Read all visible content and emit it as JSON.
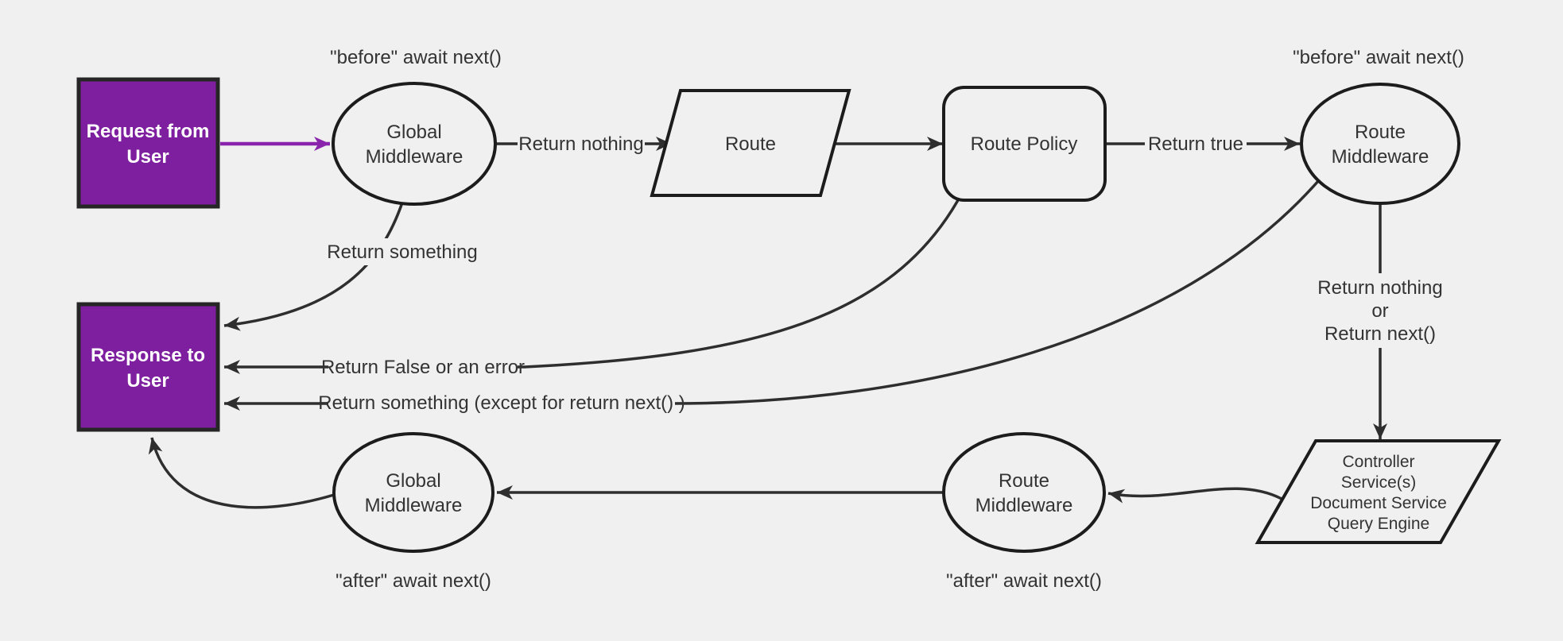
{
  "diagram_title": "Request / response lifecycle through middlewares flowchart",
  "colors": {
    "background": "#f0f0f0",
    "purple_node_fill": "#7e1f9f",
    "purple_arrow": "#8a24ad",
    "node_stroke": "#1c1c1c",
    "edge_color": "#2e2e2e",
    "text_dark": "#333333",
    "text_light": "#ffffff"
  },
  "nodes": {
    "request": {
      "line1": "Request from",
      "line2": "User"
    },
    "global_middleware_top": {
      "line1": "Global",
      "line2": "Middleware"
    },
    "route": {
      "label": "Route"
    },
    "route_policy": {
      "label": "Route Policy"
    },
    "route_middleware_top": {
      "line1": "Route",
      "line2": "Middleware"
    },
    "controller": {
      "line1": "Controller",
      "line2": "Service(s)",
      "line3": "Document Service",
      "line4": "Query Engine"
    },
    "route_middleware_bottom": {
      "line1": "Route",
      "line2": "Middleware"
    },
    "global_middleware_bottom": {
      "line1": "Global",
      "line2": "Middleware"
    },
    "response": {
      "line1": "Response to",
      "line2": "User"
    }
  },
  "edge_labels": {
    "before_top_left": "\"before\" await next()",
    "before_top_right": "\"before\" await next()",
    "after_bottom_left": "\"after\" await next()",
    "after_bottom_right": "\"after\" await next()",
    "return_nothing": "Return nothing",
    "return_true": "Return true",
    "return_something": "Return something",
    "return_false": "Return False or an error",
    "return_something_except": "Return something (except for return next() )",
    "return_nothing_or_1": "Return nothing",
    "return_nothing_or_2": "or",
    "return_nothing_or_3": "Return next()"
  },
  "edges": [
    {
      "from": "Request from User",
      "to": "Global Middleware (top)",
      "label": ""
    },
    {
      "from": "Global Middleware (top)",
      "to": "Route",
      "label": "Return nothing"
    },
    {
      "from": "Route",
      "to": "Route Policy",
      "label": ""
    },
    {
      "from": "Route Policy",
      "to": "Route Middleware (top)",
      "label": "Return true"
    },
    {
      "from": "Route Middleware (top)",
      "to": "Controller / Service(s) / Document Service / Query Engine",
      "label": "Return nothing or Return next()"
    },
    {
      "from": "Controller / Service(s) / Document Service / Query Engine",
      "to": "Route Middleware (bottom)",
      "label": ""
    },
    {
      "from": "Route Middleware (bottom)",
      "to": "Global Middleware (bottom)",
      "label": ""
    },
    {
      "from": "Global Middleware (bottom)",
      "to": "Response to User",
      "label": ""
    },
    {
      "from": "Global Middleware (top)",
      "to": "Response to User",
      "label": "Return something"
    },
    {
      "from": "Route Policy",
      "to": "Response to User",
      "label": "Return False or an error"
    },
    {
      "from": "Route Middleware (top)",
      "to": "Response to User",
      "label": "Return something (except for return next() )"
    }
  ]
}
